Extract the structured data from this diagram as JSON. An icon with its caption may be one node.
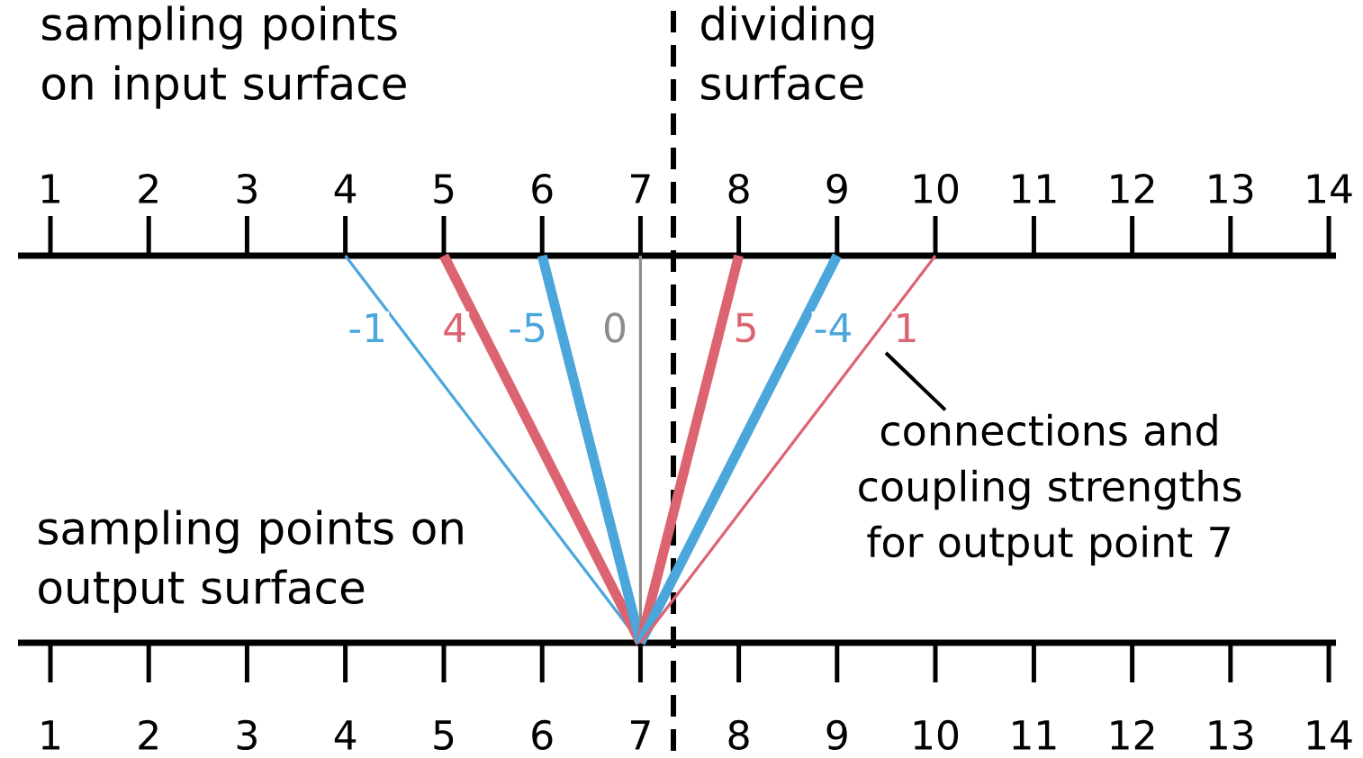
{
  "diagram": {
    "nodes": [
      {
        "text": [
          "1"
        ]
      },
      {
        "text": [
          "2"
        ]
      },
      {
        "text": [
          "3"
        ]
      },
      {
        "text": [
          "4"
        ]
      },
      {
        "text": [
          "5"
        ]
      },
      {
        "text": [
          "6"
        ]
      },
      {
        "text": [
          "7"
        ]
      },
      {
        "text": [
          "8"
        ]
      },
      {
        "text": [
          "9"
        ]
      },
      {
        "text": [
          "10"
        ]
      },
      {
        "text": [
          "11"
        ]
      },
      {
        "text": [
          "12"
        ]
      },
      {
        "text": [
          "13"
        ]
      },
      {
        "text": [
          "14"
        ]
      },
      {
        "text": [
          "1"
        ]
      },
      {
        "text": [
          "2"
        ]
      },
      {
        "text": [
          "3"
        ]
      },
      {
        "text": [
          "4"
        ]
      },
      {
        "text": [
          "5"
        ]
      },
      {
        "text": [
          "6"
        ]
      },
      {
        "text": [
          "7"
        ]
      },
      {
        "text": [
          "8"
        ]
      },
      {
        "text": [
          "9"
        ]
      },
      {
        "text": [
          "10"
        ]
      },
      {
        "text": [
          "11"
        ]
      },
      {
        "text": [
          "12"
        ]
      },
      {
        "text": [
          "13"
        ]
      },
      {
        "text": [
          "14"
        ]
      },
      {
        "text": [
          "connections and coupling strengths for output point 7"
        ]
      }
    ],
    "edges": [
      {
        "from": 3,
        "to": 20,
        "arrow": "none",
        "label": "-1",
        "color": "#4ba6dc"
      },
      {
        "from": 4,
        "to": 20,
        "arrow": "none",
        "label": "4",
        "style": "thick",
        "color": "#dc6470"
      },
      {
        "from": 5,
        "to": 20,
        "arrow": "none",
        "label": "-5",
        "style": "thick",
        "color": "#4ba6dc"
      },
      {
        "from": 6,
        "to": 20,
        "arrow": "none",
        "label": "0",
        "color": "#8c8c8c"
      },
      {
        "from": 7,
        "to": 20,
        "arrow": "none",
        "label": "5",
        "style": "thick",
        "color": "#dc6470"
      },
      {
        "from": 8,
        "to": 20,
        "arrow": "none",
        "label": "-4",
        "style": "thick",
        "color": "#4ba6dc"
      },
      {
        "from": 9,
        "to": 20,
        "arrow": "none",
        "label": "1",
        "color": "#dc6470"
      },
      {
        "from": 28,
        "to": null,
        "arrow": "none",
        "color": "#000000"
      }
    ],
    "labels": [
      "sampling points on input surface",
      "dividing surface",
      "sampling points on output surface"
    ]
  }
}
